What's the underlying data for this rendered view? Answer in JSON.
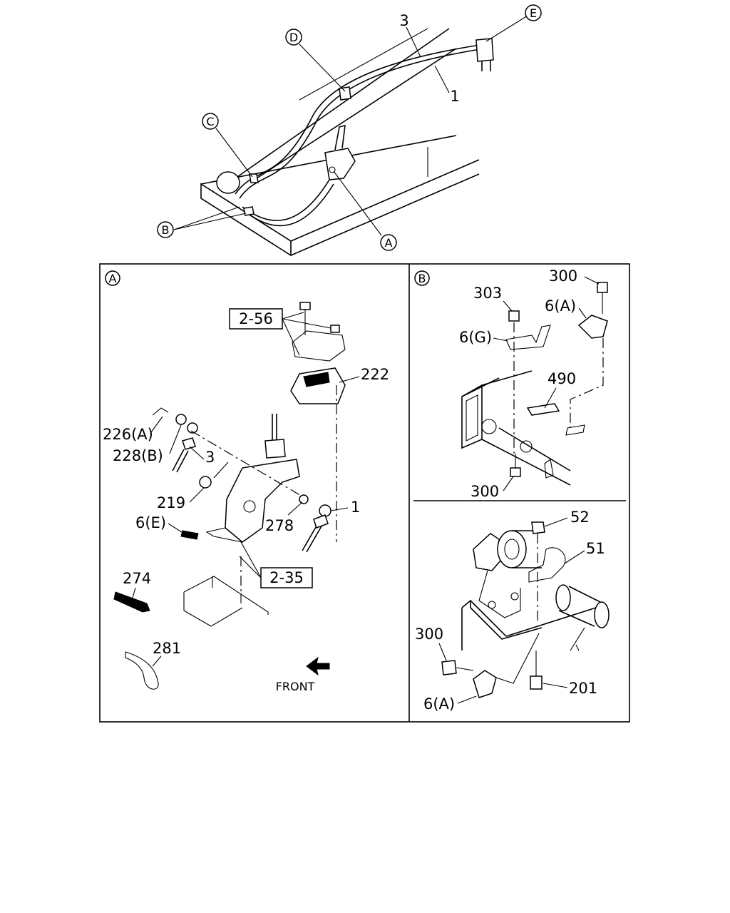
{
  "overview": {
    "callouts": {
      "A": "A",
      "B": "B",
      "C": "C",
      "D": "D",
      "E": "E"
    },
    "part_1": "1",
    "part_3": "3"
  },
  "panel_a": {
    "tag": "A",
    "parts": {
      "p2_56": "2-56",
      "p222": "222",
      "p226A": "226(A)",
      "p228B": "228(B)",
      "p3": "3",
      "p219": "219",
      "p6E": "6(E)",
      "p278": "278",
      "p1": "1",
      "p2_35": "2-35",
      "p274": "274",
      "p281": "281"
    },
    "front_label": "FRONT"
  },
  "panel_b_top": {
    "tag": "B",
    "parts": {
      "p300a": "300",
      "p303": "303",
      "p6A": "6(A)",
      "p6G": "6(G)",
      "p490": "490",
      "p300b": "300"
    }
  },
  "panel_b_bottom": {
    "parts": {
      "p52": "52",
      "p51": "51",
      "p300": "300",
      "p6A": "6(A)",
      "p201": "201"
    }
  }
}
